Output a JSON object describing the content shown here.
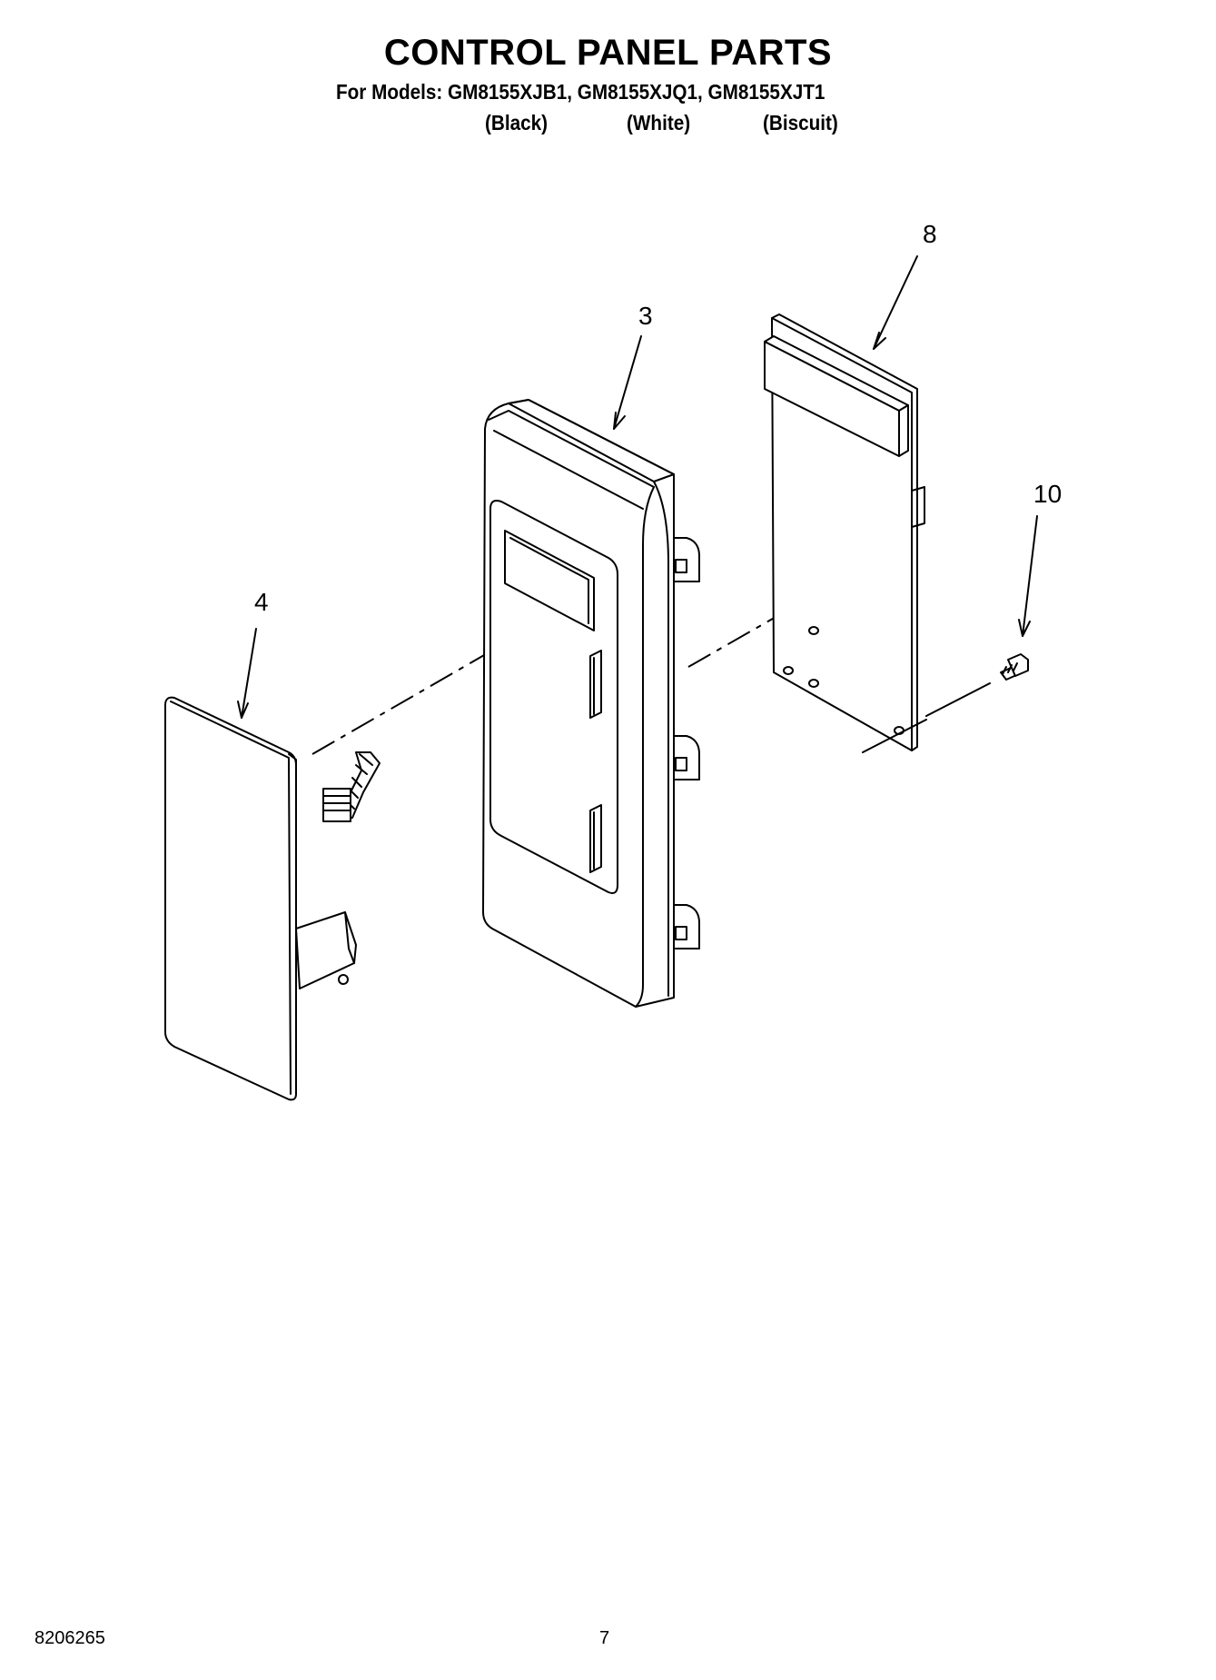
{
  "header": {
    "title": "CONTROL PANEL PARTS",
    "models_line": "For Models: GM8155XJB1, GM8155XJQ1, GM8155XJT1",
    "variants": [
      "(Black)",
      "(White)",
      "(Biscuit)"
    ]
  },
  "callouts": {
    "part_8": "8",
    "part_3": "3",
    "part_10": "10",
    "part_4": "4"
  },
  "footer": {
    "doc_number": "8206265",
    "page_number": "7"
  }
}
